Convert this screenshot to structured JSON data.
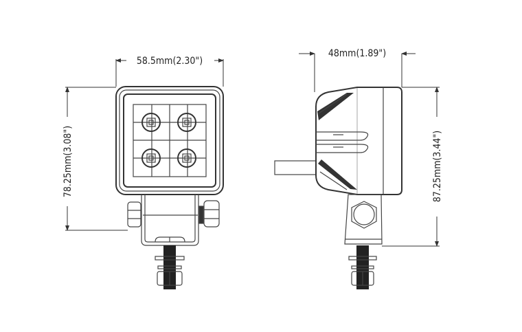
{
  "dimensions": {
    "front_width": "58.5mm(2.30\")",
    "front_height": "78.25mm(3.08\")",
    "side_depth": "48mm(1.89\")",
    "side_height": "87.25mm(3.44\")"
  },
  "colors": {
    "line": "#333333",
    "background": "#ffffff",
    "dark_fill": "#222222"
  }
}
